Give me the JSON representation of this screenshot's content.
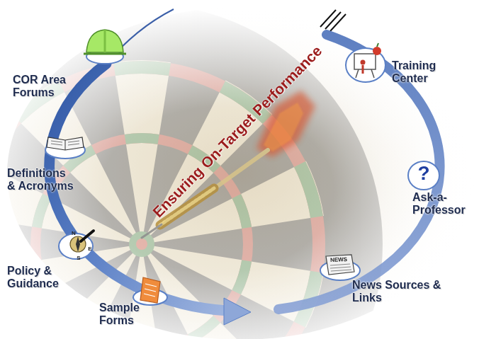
{
  "diagram": {
    "nodes": [
      {
        "text": [
          "COR Area Forums"
        ]
      },
      {
        "text": [
          "Training Center"
        ]
      },
      {
        "text": [
          "Definitions & Acronyms"
        ]
      },
      {
        "text": [
          "Ask-a-Professor"
        ]
      },
      {
        "text": [
          "Policy & Guidance"
        ]
      },
      {
        "text": [
          "News Sources & Links"
        ]
      },
      {
        "text": [
          "Sample Forms"
        ]
      }
    ],
    "labels": [
      "Ensuring On-Target Performance",
      "N",
      "E",
      "S",
      "NEWS",
      "?"
    ]
  }
}
